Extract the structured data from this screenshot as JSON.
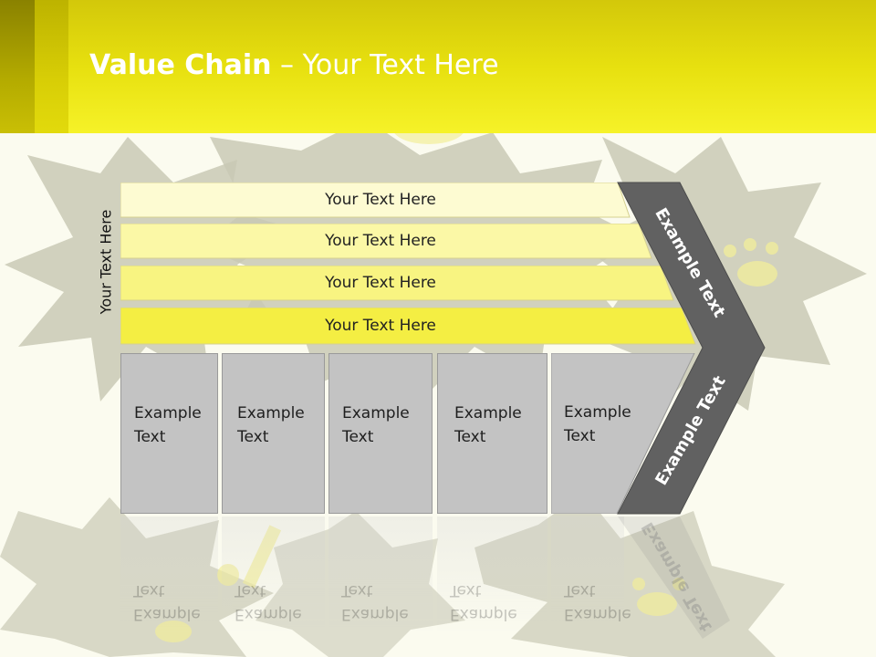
{
  "title": {
    "bold": "Value Chain",
    "rest": " – Your Text Here"
  },
  "side_label": "Your Text Here",
  "strips": [
    {
      "label": "Your Text Here",
      "color": "#fdfbd2"
    },
    {
      "label": "Your Text Here",
      "color": "#fbf8a6"
    },
    {
      "label": "Your Text Here",
      "color": "#f8f481"
    },
    {
      "label": "Your Text Here",
      "color": "#f4ee43"
    }
  ],
  "cards": [
    {
      "line1": "Example",
      "line2": "Text"
    },
    {
      "line1": "Example",
      "line2": "Text"
    },
    {
      "line1": "Example",
      "line2": "Text"
    },
    {
      "line1": "Example",
      "line2": "Text"
    },
    {
      "line1": "Example",
      "line2": "Text"
    }
  ],
  "chevron": {
    "upper_label": "Example Text",
    "lower_label": "Example Text",
    "color": "#616161"
  },
  "colors": {
    "header": "#efe923",
    "background": "#fbfbef",
    "card": "#c3c3c3"
  }
}
